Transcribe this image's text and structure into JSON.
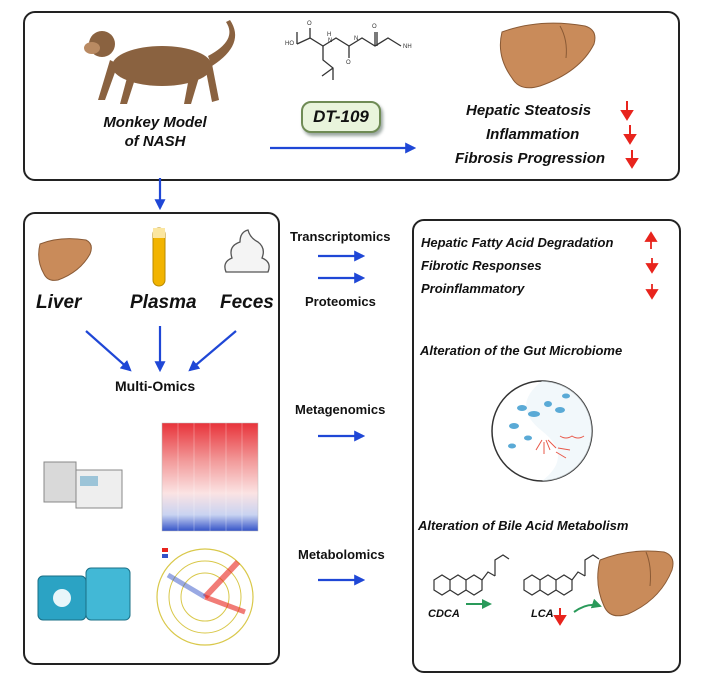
{
  "top": {
    "model_label_line1": "Monkey Model",
    "model_label_line2": "of NASH",
    "drug": "DT-109",
    "outcomes": [
      "Hepatic Steatosis",
      "Inflammation",
      "Fibrosis Progression"
    ]
  },
  "left": {
    "samples": [
      "Liver",
      "Plasma",
      "Feces"
    ],
    "multi_omics": "Multi-Omics"
  },
  "middle": {
    "methods": [
      "Transcriptomics",
      "Proteomics",
      "Metagenomics",
      "Metabolomics"
    ]
  },
  "right": {
    "effects": [
      "Hepatic Fatty Acid Degradation",
      "Fibrotic Responses",
      "Proinflammatory"
    ],
    "effect_directions": [
      "up",
      "down",
      "down"
    ],
    "gut_title": "Alteration of the Gut Microbiome",
    "bile_title": "Alteration of Bile Acid Metabolism",
    "bile_compounds": [
      "CDCA",
      "LCA"
    ]
  },
  "colors": {
    "arrow_blue": "#1f47d6",
    "arrow_red": "#e8241d",
    "arrow_green": "#2a9a5a",
    "liver": "#c98b5a",
    "plasma": "#f2b400"
  }
}
